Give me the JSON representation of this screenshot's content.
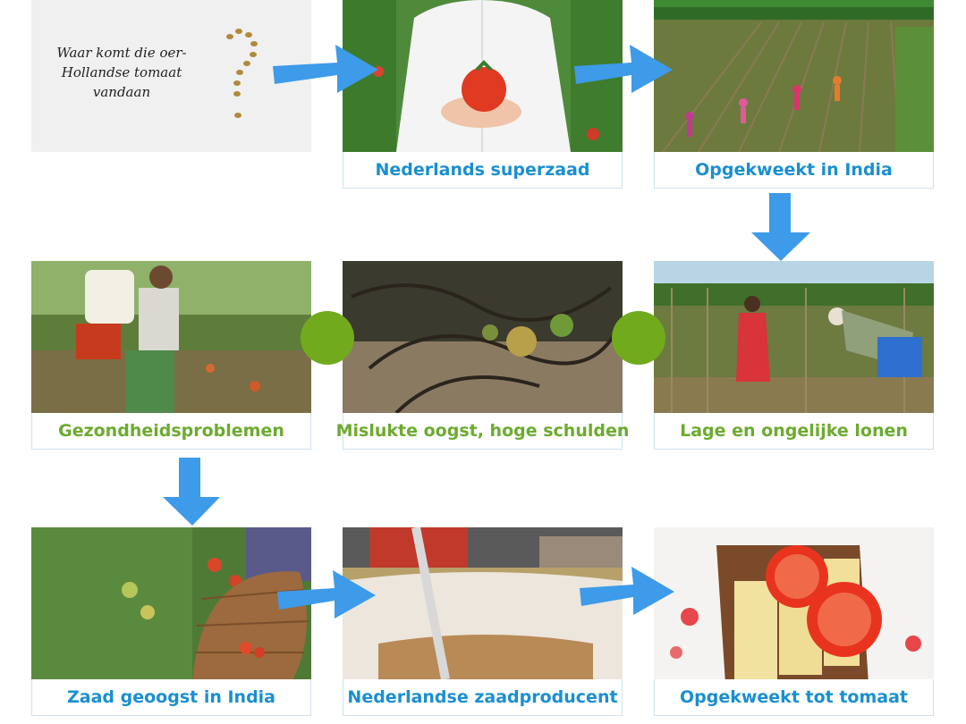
{
  "intro": {
    "question": "Waar komt die oer-Hollandse tomaat vandaan"
  },
  "steps": [
    {
      "caption": "Nederlands superzaad",
      "color": "#1a8fd0"
    },
    {
      "caption": "Opgekweekt in India",
      "color": "#1a8fd0"
    },
    {
      "caption": "Gezondheidsproblemen",
      "color": "#6cab2f"
    },
    {
      "caption": "Mislukte oogst, hoge schulden",
      "color": "#6cab2f"
    },
    {
      "caption": "Lage en ongelijke lonen",
      "color": "#6cab2f"
    },
    {
      "caption": "Zaad geoogst in India",
      "color": "#1a8fd0"
    },
    {
      "caption": "Nederlandse zaadproducent",
      "color": "#1a8fd0"
    },
    {
      "caption": "Opgekweekt tot tomaat",
      "color": "#1a8fd0"
    }
  ],
  "colors": {
    "arrow": "#3d9be9",
    "dot": "#72aa1e",
    "caption_border": "#cfe2ec"
  }
}
